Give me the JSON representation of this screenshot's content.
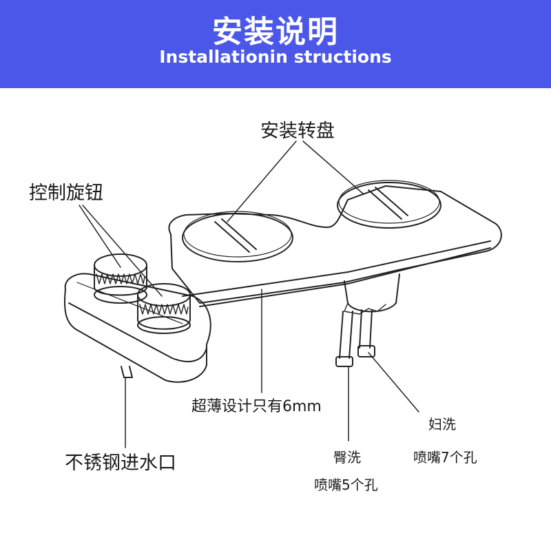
{
  "header": {
    "title": "安装说明",
    "subtitle": "Installationin structions"
  },
  "labels": {
    "mount_dial": "安装转盘",
    "control_knob": "控制旋钮",
    "thin_design": "超薄设计只有6mm",
    "inlet": "不锈钢进水口",
    "rear_wash": "臀洗",
    "rear_wash_holes": "喷嘴5个孔",
    "feminine_wash": "妇洗",
    "feminine_wash_holes": "喷嘴7个孔"
  },
  "colors": {
    "header_bg": "#4b57e8",
    "line": "#222222"
  }
}
